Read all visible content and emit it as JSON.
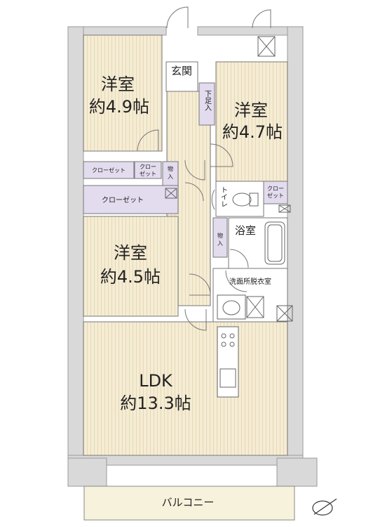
{
  "rooms": {
    "west_bedroom_top": {
      "name": "洋室",
      "size": "約4.9帖"
    },
    "east_bedroom": {
      "name": "洋室",
      "size": "約4.7帖"
    },
    "west_bedroom_mid": {
      "name": "洋室",
      "size": "約4.5帖"
    },
    "ldk": {
      "name": "LDK",
      "size": "約13.3帖"
    },
    "entrance": "玄関",
    "shoe_storage": "下足入",
    "toilet": "トイレ",
    "bath": "浴室",
    "washroom": "洗面所脱衣室",
    "balcony": "バルコニー"
  },
  "closets": {
    "closet_top_long": "クローゼット",
    "closet_top_small_a": "クロー",
    "closet_top_small_b": "ゼット",
    "closet_long": "クローゼット",
    "closet_toilet_a": "クロー",
    "closet_toilet_b": "ゼット",
    "storage_a_1": "物",
    "storage_a_2": "入",
    "storage_b_1": "物",
    "storage_b_2": "入"
  },
  "colors": {
    "wall": "#d9d9d9",
    "wall_stroke": "#9a9a9a",
    "floor_wood": "#f5ecd4",
    "floor_stripe": "#e8dbbd",
    "closet": "#e3dbee",
    "wet_area": "#ffffff",
    "balcony": "#f6f2dc"
  }
}
